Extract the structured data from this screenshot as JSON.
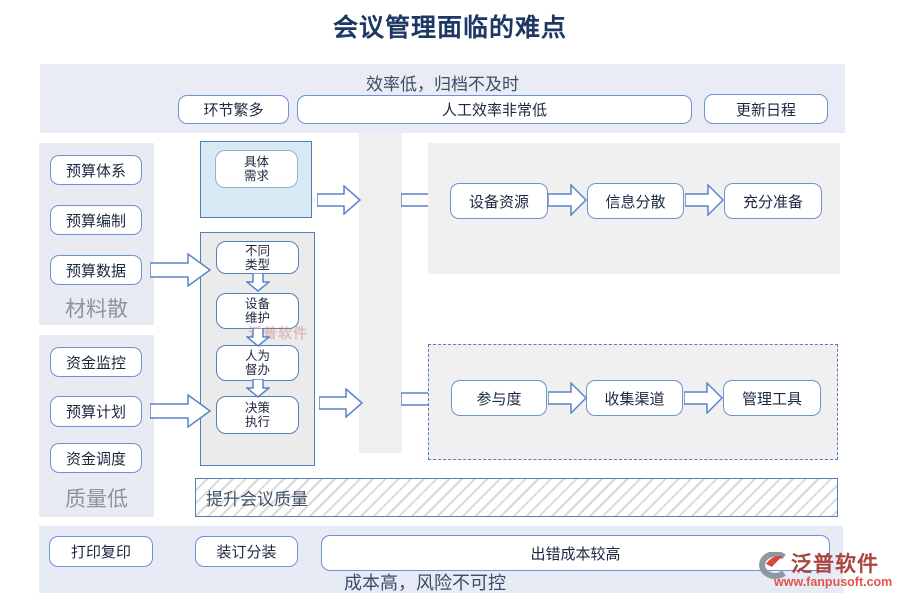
{
  "title": "会议管理面临的难点",
  "top_band": {
    "heading": "效率低，归档不及时",
    "buttons": [
      "环节繁多",
      "人工效率非常低",
      "更新日程"
    ]
  },
  "left_column": {
    "material_panel": {
      "buttons": [
        "预算体系",
        "预算编制",
        "预算数据"
      ],
      "label": "材料散"
    },
    "quality_panel": {
      "buttons": [
        "资金监控",
        "预算计划",
        "资金调度"
      ],
      "label": "质量低"
    }
  },
  "middle_column": {
    "need_box": "具体\n需求",
    "steps": [
      "不同\n类型",
      "设备\n维护",
      "人为\n督办",
      "决策\n执行"
    ]
  },
  "right_flows": {
    "top": [
      "设备资源",
      "信息分散",
      "充分准备"
    ],
    "bottom": [
      "参与度",
      "收集渠道",
      "管理工具"
    ]
  },
  "quality_bar_label": "提升会议质量",
  "bottom_band": {
    "buttons": [
      "打印复印",
      "装订分装",
      "出错成本较高"
    ],
    "caption": "成本高，风险不可控"
  },
  "watermark": "泛普软件",
  "logo": {
    "name": "泛普软件",
    "url": "www.fanpusoft.com"
  },
  "colors": {
    "accent_blue": "#5b83c8",
    "panel_border": "#4f81bd",
    "band_bg": "#e9ecf4",
    "gray_panel_bg": "#f0f0f0",
    "blue_box_bg": "#d9e9f3",
    "title_navy": "#1d3864",
    "logo_red": "#a8453e",
    "logo_url_red": "#e0564a"
  }
}
